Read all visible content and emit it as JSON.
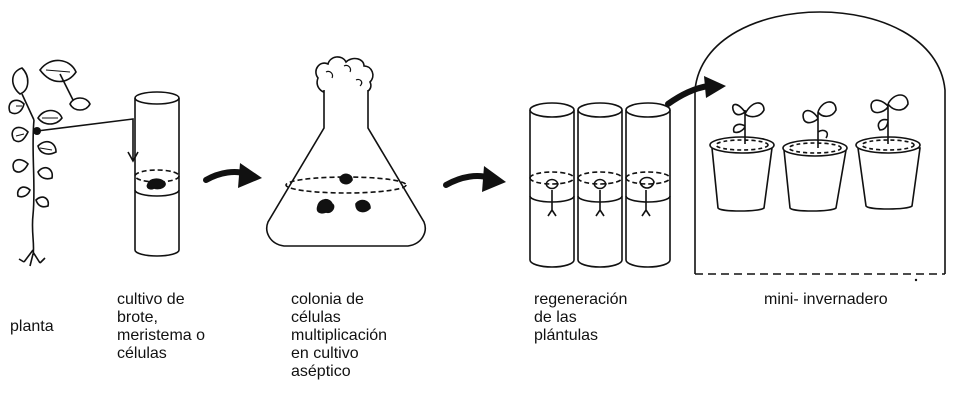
{
  "stages": [
    {
      "id": "planta",
      "label": "planta"
    },
    {
      "id": "cultivo",
      "label": "cultivo de\nbrote,\nmeristema o\ncélulas"
    },
    {
      "id": "colonia",
      "label": "colonia de\ncélulas\nmultiplicación\nen cultivo\naséptico"
    },
    {
      "id": "regeneracion",
      "label": "regeneración\nde las\nplántulas"
    },
    {
      "id": "invernadero",
      "label": "mini- invernadero"
    }
  ],
  "colors": {
    "ink": "#111111",
    "paper": "#ffffff"
  }
}
